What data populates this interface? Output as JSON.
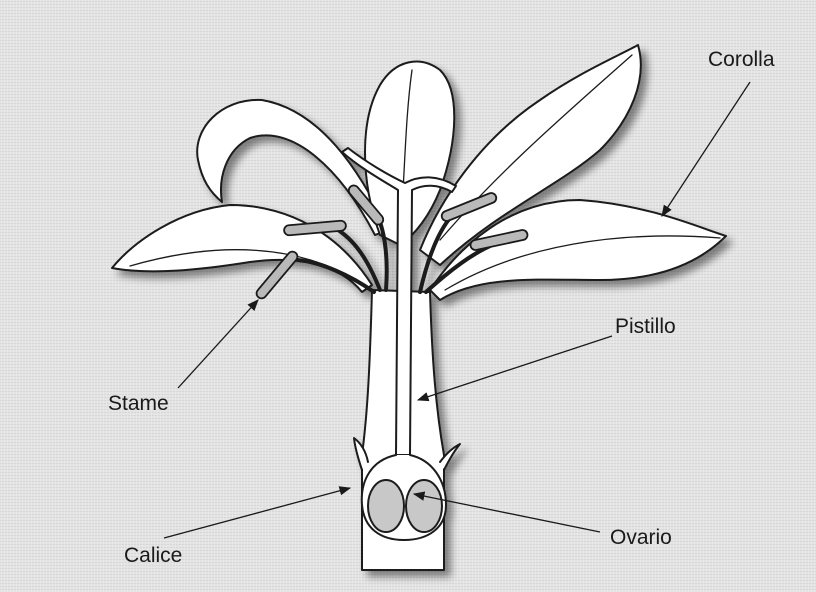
{
  "diagram": {
    "labels": {
      "corolla": "Corolla",
      "pistillo": "Pistillo",
      "stame": "Stame",
      "calice": "Calice",
      "ovario": "Ovario"
    },
    "colors": {
      "background": "#e4e4e4",
      "outline": "#1a1a1a",
      "petal_fill": "#ffffff",
      "anther_fill": "#b9b9b9",
      "ovule_fill": "#c8c8c8"
    }
  }
}
